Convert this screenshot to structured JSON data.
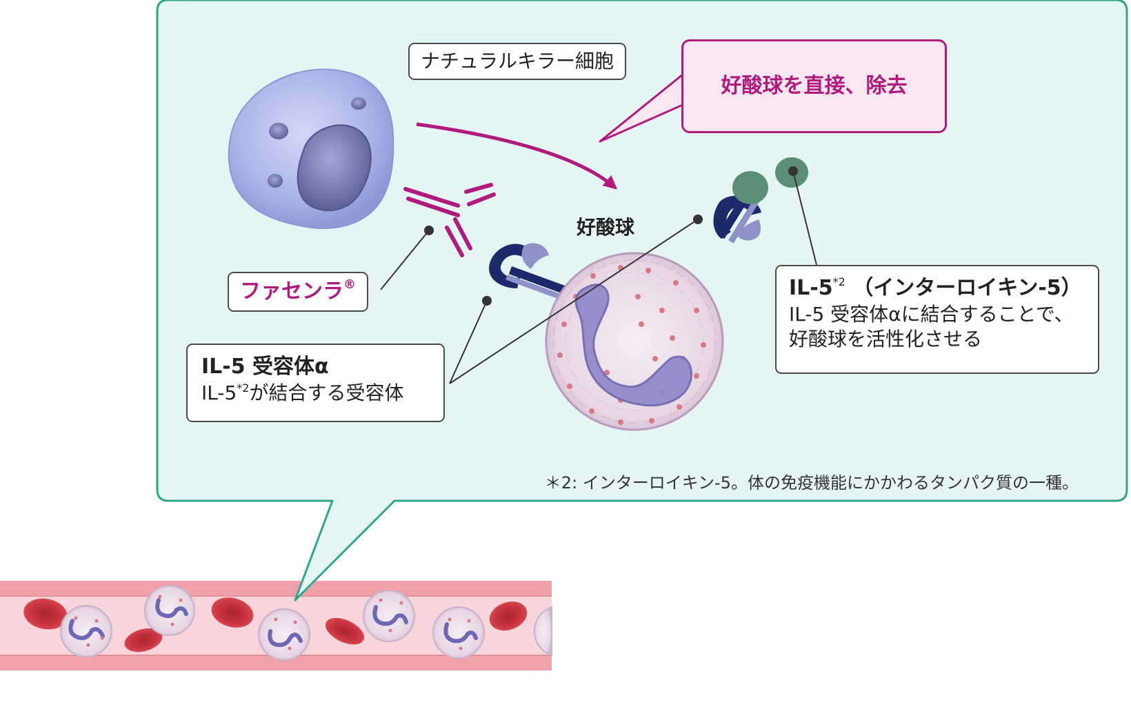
{
  "nk_cell_label": "ナチュラルキラー細胞",
  "fasenra_label": "ファセンラ",
  "fasenra_mark": "®",
  "action_label": "好酸球を直接、除去",
  "eosinophil_label": "好酸球",
  "receptor_box": {
    "title": "IL-5 受容体α",
    "text_pre": "IL-5",
    "footnote_ref": "*2",
    "text_post": "が結合する受容体"
  },
  "il5_box": {
    "title_pre": "IL-5",
    "footnote_ref": "*2",
    "title_post": " （インターロイキン-5）",
    "line1": "IL-5 受容体αに結合することで、",
    "line2": "好酸球を活性化させる"
  },
  "footnote": "＊2: インターロイキン-5。体の免疫機能にかかわるタンパク質の一種。",
  "colors": {
    "callout_fill": "#e5f5f3",
    "callout_border": "#2fa68c",
    "accent_magenta": "#b01a7c",
    "nk_cell": "#aab3e8",
    "nucleus": "#7a7fb8",
    "eosinophil": "#e8d6e4",
    "granule": "#d77a86",
    "receptor_dark": "#1c2a6b",
    "receptor_light": "#8d93c6",
    "il5_green": "#5a8f76",
    "rbc": "#c8333f",
    "vessel_wall": "#f0a0a8",
    "vessel_lumen": "#f8d5da"
  },
  "icons": [
    "nk-cell-icon",
    "eosinophil-icon",
    "antibody-icon",
    "receptor-icon",
    "il5-molecule-icon",
    "red-blood-cell-icon",
    "blood-vessel-icon",
    "arrow-icon"
  ]
}
